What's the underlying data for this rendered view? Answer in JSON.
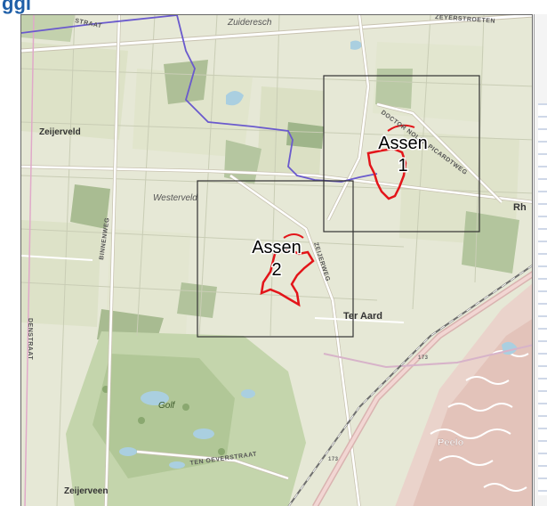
{
  "header": {
    "title": "ggi"
  },
  "map": {
    "place_labels": {
      "zuideresch": "Zuideresch",
      "zeijerveld": "Zeijerveld",
      "westerveld": "Westerveld",
      "ter_aard": "Ter Aard",
      "golf": "Golf",
      "peelo": "Peelo",
      "zeijerveen": "Zeijerveen",
      "rh": "Rh"
    },
    "street_labels": {
      "zeijerstroeten": "ZEYERSTROETEN",
      "picardtweg": "DOCTOR NOLEN PICARDTWEG",
      "binnenweg": "BINNENWEG",
      "zeijerweg": "ZEIJERWEG",
      "ten_oeverstraat": "TEN OEVERSTRAAT",
      "straat_left": "DENSTRAAT",
      "straat_top": "STRAAT",
      "road_number_1": "173",
      "road_number_2": "173"
    },
    "study_areas": [
      {
        "line1": "Assen",
        "line2": "1"
      },
      {
        "line1": "Assen",
        "line2": "2"
      }
    ],
    "colors": {
      "base": "#e6e8d6",
      "field": "#dfe3cc",
      "forest": "#b7c9a2",
      "dark_forest": "#9fb58a",
      "water": "#aacfe0",
      "road": "#ffffff",
      "road_edge": "#c8c2b0",
      "boundary": "#6a5acd",
      "railway": "#6e6e6e",
      "urban": "#e9c7c0",
      "study_outline": "#e3151a",
      "frame": "#333333"
    }
  }
}
